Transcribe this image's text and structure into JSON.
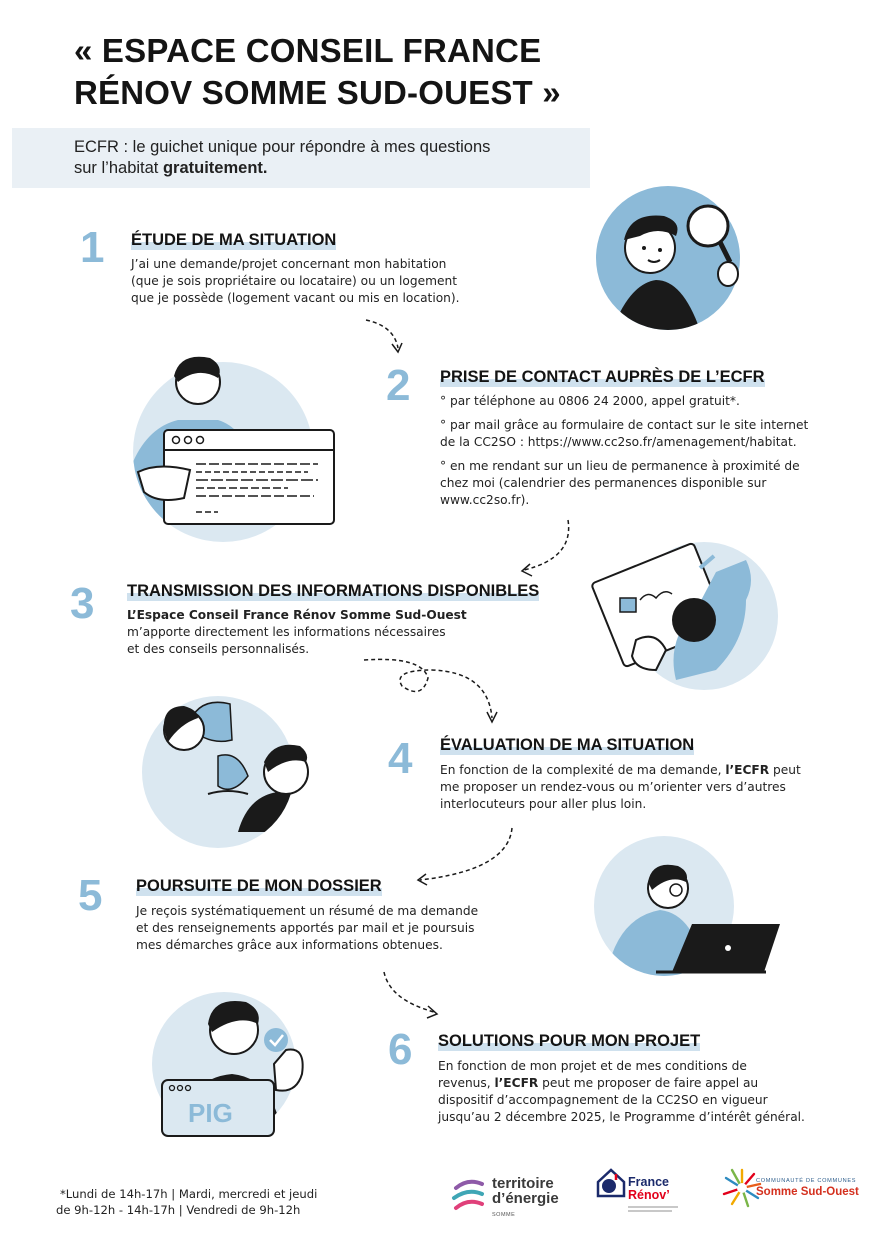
{
  "title": {
    "line1": "« ESPACE CONSEIL FRANCE",
    "line2": "RÉNOV SOMME SUD-OUEST »"
  },
  "intro": {
    "line1": "ECFR : le guichet unique pour répondre à mes questions",
    "line2_start": "sur l’habitat ",
    "line2_bold": "gratuitement."
  },
  "steps": [
    {
      "number": "1",
      "heading": "ÉTUDE DE MA SITUATION",
      "lines": [
        "J’ai une demande/projet concernant mon habitation",
        "(que je sois propriétaire ou locataire) ou un logement",
        "que je possède (logement vacant ou mis en location)."
      ]
    },
    {
      "number": "2",
      "heading": "PRISE DE CONTACT AUPRÈS DE L’ECFR",
      "items": [
        [
          "° par téléphone au 0806 24 2000, appel gratuit*."
        ],
        [
          "° par mail grâce au formulaire de contact sur le site internet",
          "de la CC2SO : https://www.cc2so.fr/amenagement/habitat."
        ],
        [
          "° en me rendant sur un lieu de permanence à proximité de",
          "chez moi (calendrier des permanences disponible sur",
          "www.cc2so.fr)."
        ]
      ]
    },
    {
      "number": "3",
      "heading": "TRANSMISSION DES INFORMATIONS DISPONIBLES",
      "lines": [
        "L’Espace Conseil France Rénov Somme Sud-Ouest",
        "m’apporte directement les informations nécessaires",
        "et des conseils personnalisés."
      ]
    },
    {
      "number": "4",
      "heading": "ÉVALUATION DE MA SITUATION",
      "line1_start": "En fonction de la complexité de ma demande, ",
      "line1_bold": "l’ECFR",
      "line1_end": " peut",
      "lines": [
        "me proposer un rendez-vous ou m’orienter vers d’autres",
        "interlocuteurs pour aller plus loin."
      ]
    },
    {
      "number": "5",
      "heading": "POURSUITE DE MON DOSSIER",
      "lines": [
        "Je reçois systématiquement un résumé de ma demande",
        "et des renseignements apportés par mail et je poursuis",
        "mes démarches grâce aux informations obtenues."
      ]
    },
    {
      "number": "6",
      "heading": "SOLUTIONS POUR MON PROJET",
      "line1": "En fonction de mon projet et de mes conditions de",
      "line2_start": "revenus, ",
      "line2_bold": "l’ECFR",
      "line2_end": " peut me proposer de faire appel au",
      "lines": [
        "dispositif d’accompagnement de la CC2SO en vigueur",
        "jusqu’au 2 décembre 2025, le Programme d’intérêt général."
      ]
    }
  ],
  "pig_label": "PIG",
  "footnote": {
    "line1": "*Lundi de 14h-17h | Mardi, mercredi et jeudi",
    "line2": "de 9h-12h - 14h-17h | Vendredi de 9h-12h"
  },
  "logos": {
    "te": {
      "line1": "territoire",
      "line2": "d’énergie",
      "sub": "SOMME"
    },
    "fr": {
      "line1": "France",
      "line2": "Rénov’"
    },
    "cc": {
      "line1": "COMMUNAUTÉ DE COMMUNES",
      "line2": "Somme Sud-Ouest"
    }
  },
  "colors": {
    "accent_blue": "#8cbad8",
    "pale_blue": "#dbe8f1",
    "highlight": "#cfe1ee",
    "intro_bg": "#eaf0f5",
    "france_renov_red": "#e2001a"
  }
}
